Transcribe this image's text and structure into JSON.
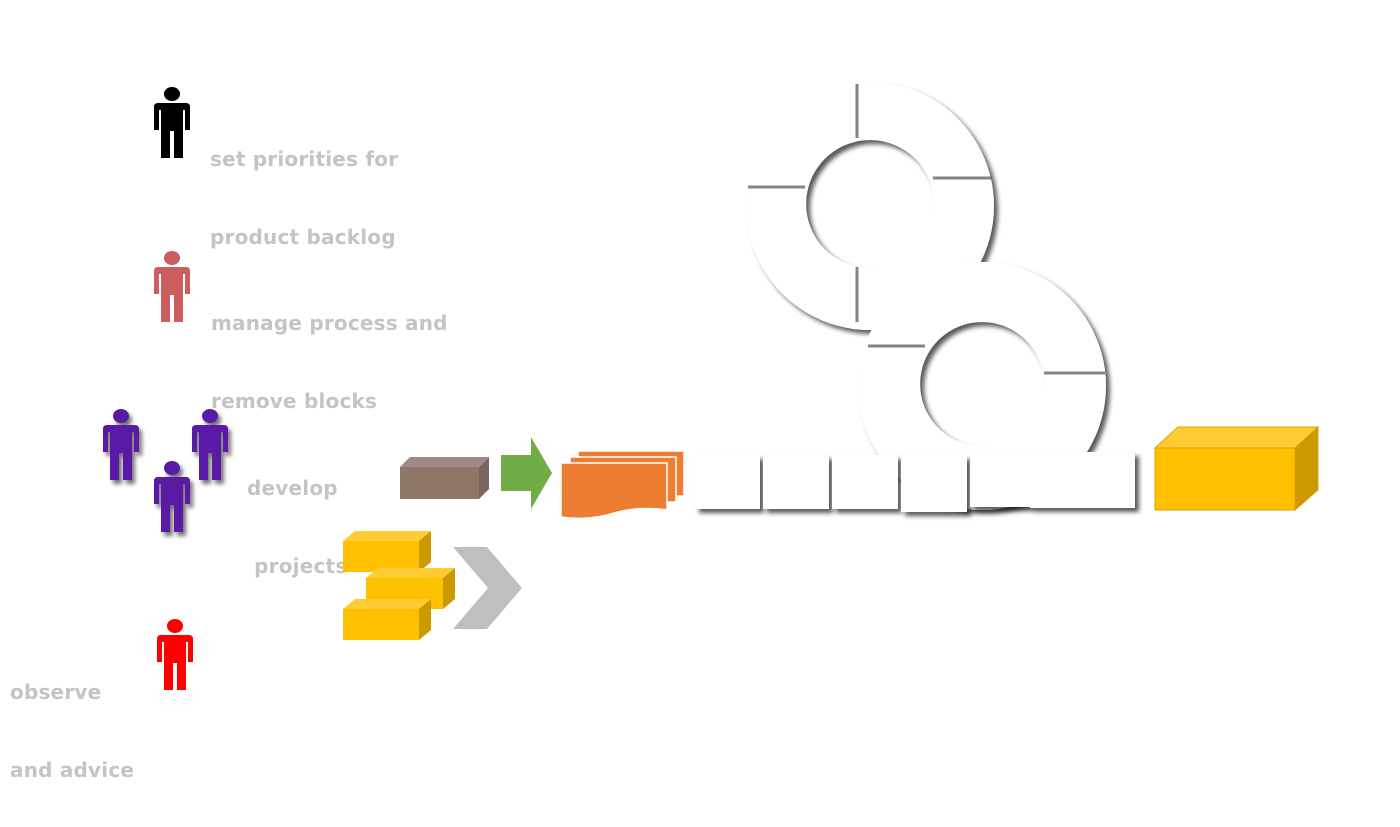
{
  "roles": [
    {
      "id": "product-owner",
      "lines": [
        "set priorities for",
        "product backlog"
      ],
      "color": "#000000"
    },
    {
      "id": "scrum-master",
      "lines": [
        "manage process and",
        "remove blocks"
      ],
      "color": "#cd5c5c"
    },
    {
      "id": "development-team",
      "lines": [
        "develop",
        " projects"
      ],
      "color": "#5a1aa6"
    },
    {
      "id": "stakeholder",
      "lines": [
        "observe",
        "and advice"
      ],
      "color": "#ff0000"
    }
  ],
  "colors": {
    "text": "#c4c4c4",
    "brown_block": "#8e7766",
    "green_arrow": "#70ad47",
    "orange_pages": "#ed7d31",
    "yellow_block": "#ffc000",
    "gray_chevron": "#bfbfbf",
    "cycle": "#ffffff"
  },
  "icons": {
    "person": "person-icon",
    "block": "cube-icon",
    "arrow": "arrow-right-icon",
    "pages": "document-stack-icon",
    "chevron": "chevron-right-icon",
    "cycle": "sprint-cycle-icon"
  }
}
